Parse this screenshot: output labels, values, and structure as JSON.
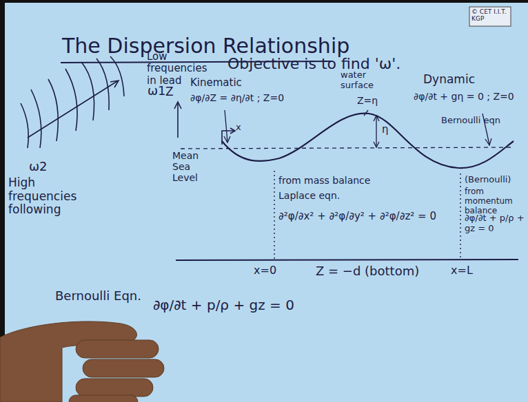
{
  "diagram": {
    "title": "The Dispersion Relationship",
    "labels": [
      "© CET I.I.T. KGP",
      "Low frequencies in lead",
      "ω1",
      "ω2",
      "High frequencies following",
      "Objective is to find 'ω'.",
      "Z",
      "x",
      "Kinematic",
      "∂φ/∂Z = ∂η/∂t ; Z=0",
      "water surface",
      "Z=η",
      "Dynamic",
      "∂φ/∂t + gη = 0 ; Z=0",
      "Mean Sea Level",
      "η",
      "Bernoulli eqn",
      "from mass balance",
      "Laplace eqn.",
      "∂²φ/∂x² + ∂²φ/∂y² + ∂²φ/∂z² = 0",
      "(Bernoulli)",
      "from momentum balance",
      "∂φ/∂t + p/ρ + gz = 0",
      "x=0",
      "Z = −d (bottom)",
      "x=L",
      "Bernoulli Eqn.",
      "∂φ/∂t + p/ρ + gz = 0"
    ]
  }
}
